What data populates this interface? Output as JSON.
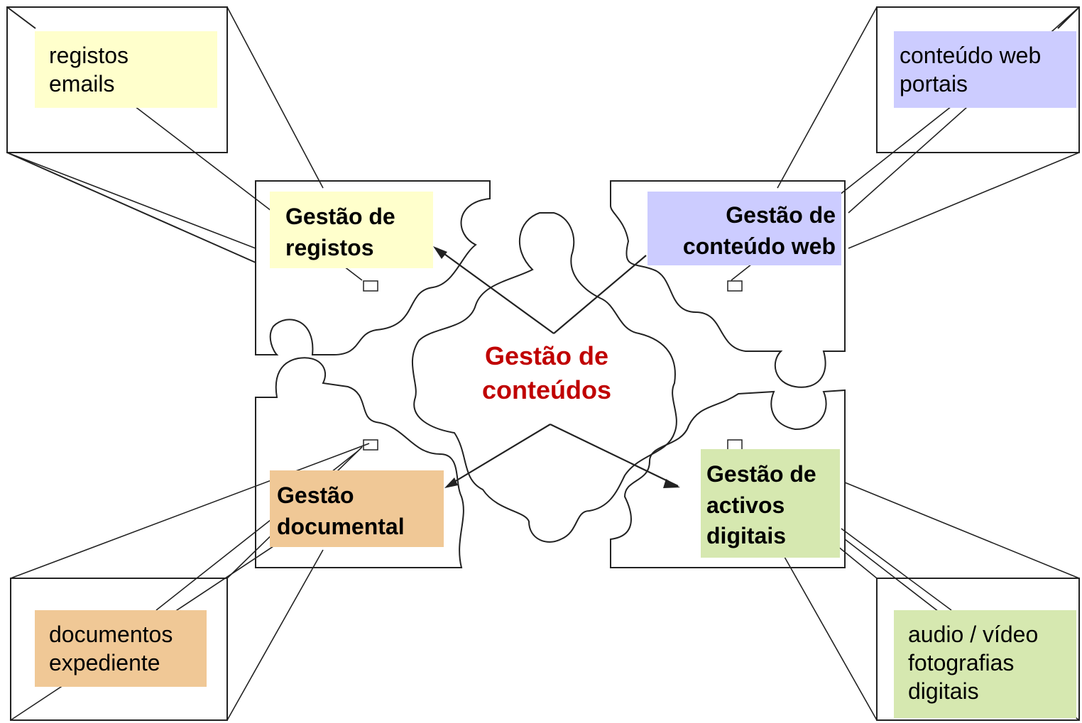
{
  "title": {
    "lines": [
      "Gestão de",
      "conteúdos"
    ],
    "color": "#c00000"
  },
  "modules": {
    "registos": {
      "title": [
        "Gestão de",
        "registos"
      ],
      "items": [
        "registos",
        "emails"
      ],
      "color": "#ffffcc"
    },
    "web": {
      "title": [
        "Gestão de",
        "conteúdo web"
      ],
      "items": [
        "conteúdo web",
        "portais"
      ],
      "color": "#ccccff"
    },
    "documental": {
      "title": [
        "Gestão",
        "documental"
      ],
      "items": [
        "documentos",
        "expediente"
      ],
      "color": "#f0c896"
    },
    "activos": {
      "title": [
        "Gestão de",
        "activos",
        "digitais"
      ],
      "items": [
        "audio / vídeo",
        "fotografias",
        "digitais"
      ],
      "color": "#d6e8b0"
    }
  }
}
